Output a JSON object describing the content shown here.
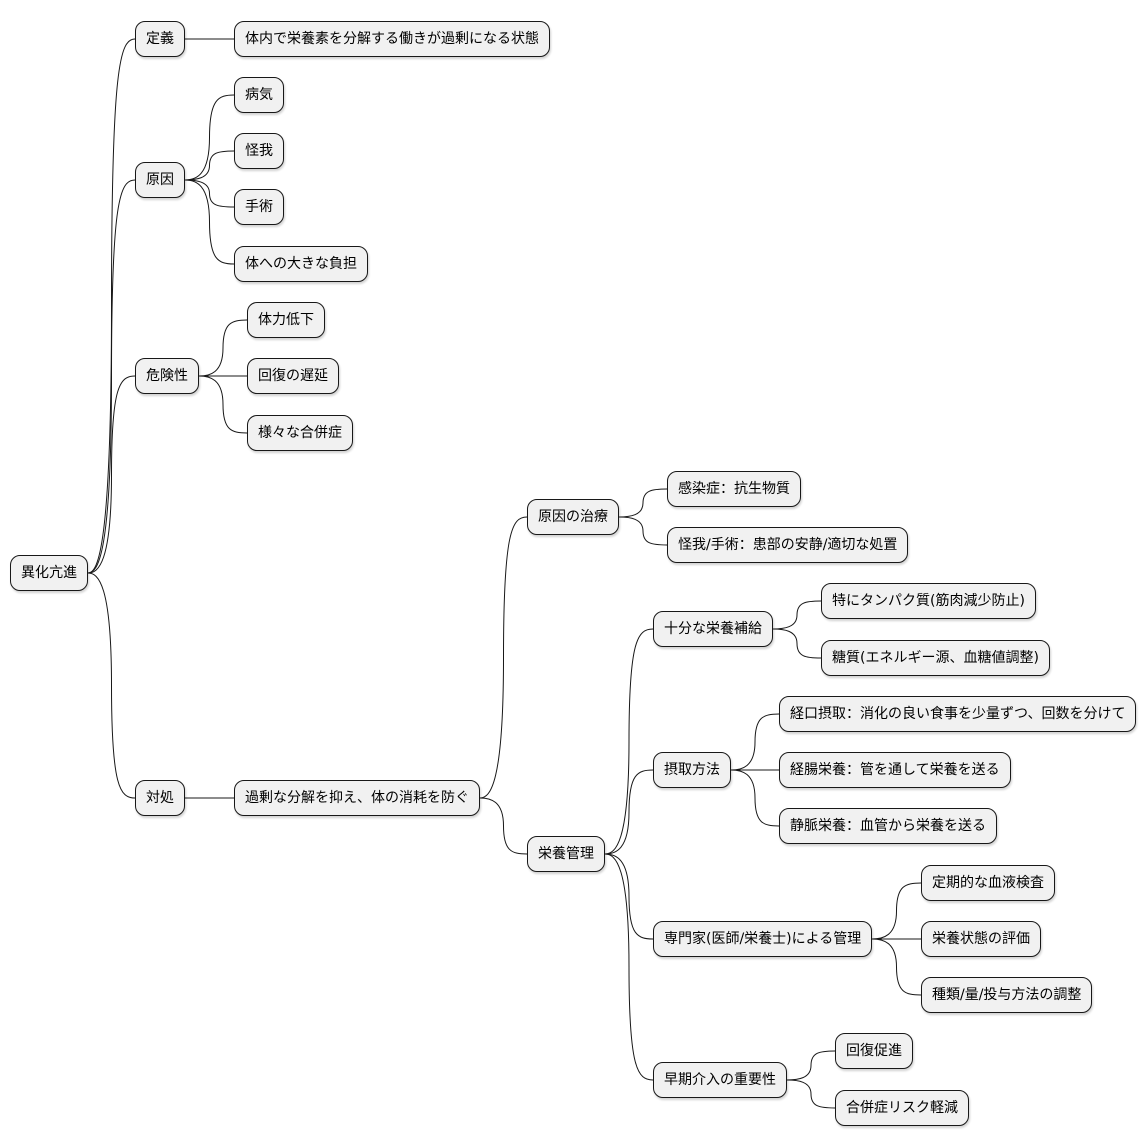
{
  "colors": {
    "node_fill": "#f1f1f1",
    "node_border": "#181818",
    "edge": "#181818"
  },
  "mindmap": {
    "root": "異化亢進",
    "definition": {
      "label": "定義",
      "text": "体内で栄養素を分解する働きが過剰になる状態"
    },
    "causes": {
      "label": "原因",
      "items": [
        "病気",
        "怪我",
        "手術",
        "体への大きな負担"
      ]
    },
    "risks": {
      "label": "危険性",
      "items": [
        "体力低下",
        "回復の遅延",
        "様々な合併症"
      ]
    },
    "response": {
      "label": "対処",
      "goal": "過剰な分解を抑え、体の消耗を防ぐ",
      "cause_treatment": {
        "label": "原因の治療",
        "items": [
          "感染症：抗生物質",
          "怪我/手術：患部の安静/適切な処置"
        ]
      },
      "nutrition": {
        "label": "栄養管理",
        "supplement": {
          "label": "十分な栄養補給",
          "items": [
            "特にタンパク質(筋肉減少防止)",
            "糖質(エネルギー源、血糖値調整)"
          ]
        },
        "intake": {
          "label": "摂取方法",
          "items": [
            "経口摂取：消化の良い食事を少量ずつ、回数を分けて",
            "経腸栄養：管を通して栄養を送る",
            "静脈栄養：血管から栄養を送る"
          ]
        },
        "expert": {
          "label": "専門家(医師/栄養士)による管理",
          "items": [
            "定期的な血液検査",
            "栄養状態の評価",
            "種類/量/投与方法の調整"
          ]
        },
        "early": {
          "label": "早期介入の重要性",
          "items": [
            "回復促進",
            "合併症リスク軽減"
          ]
        }
      }
    }
  }
}
